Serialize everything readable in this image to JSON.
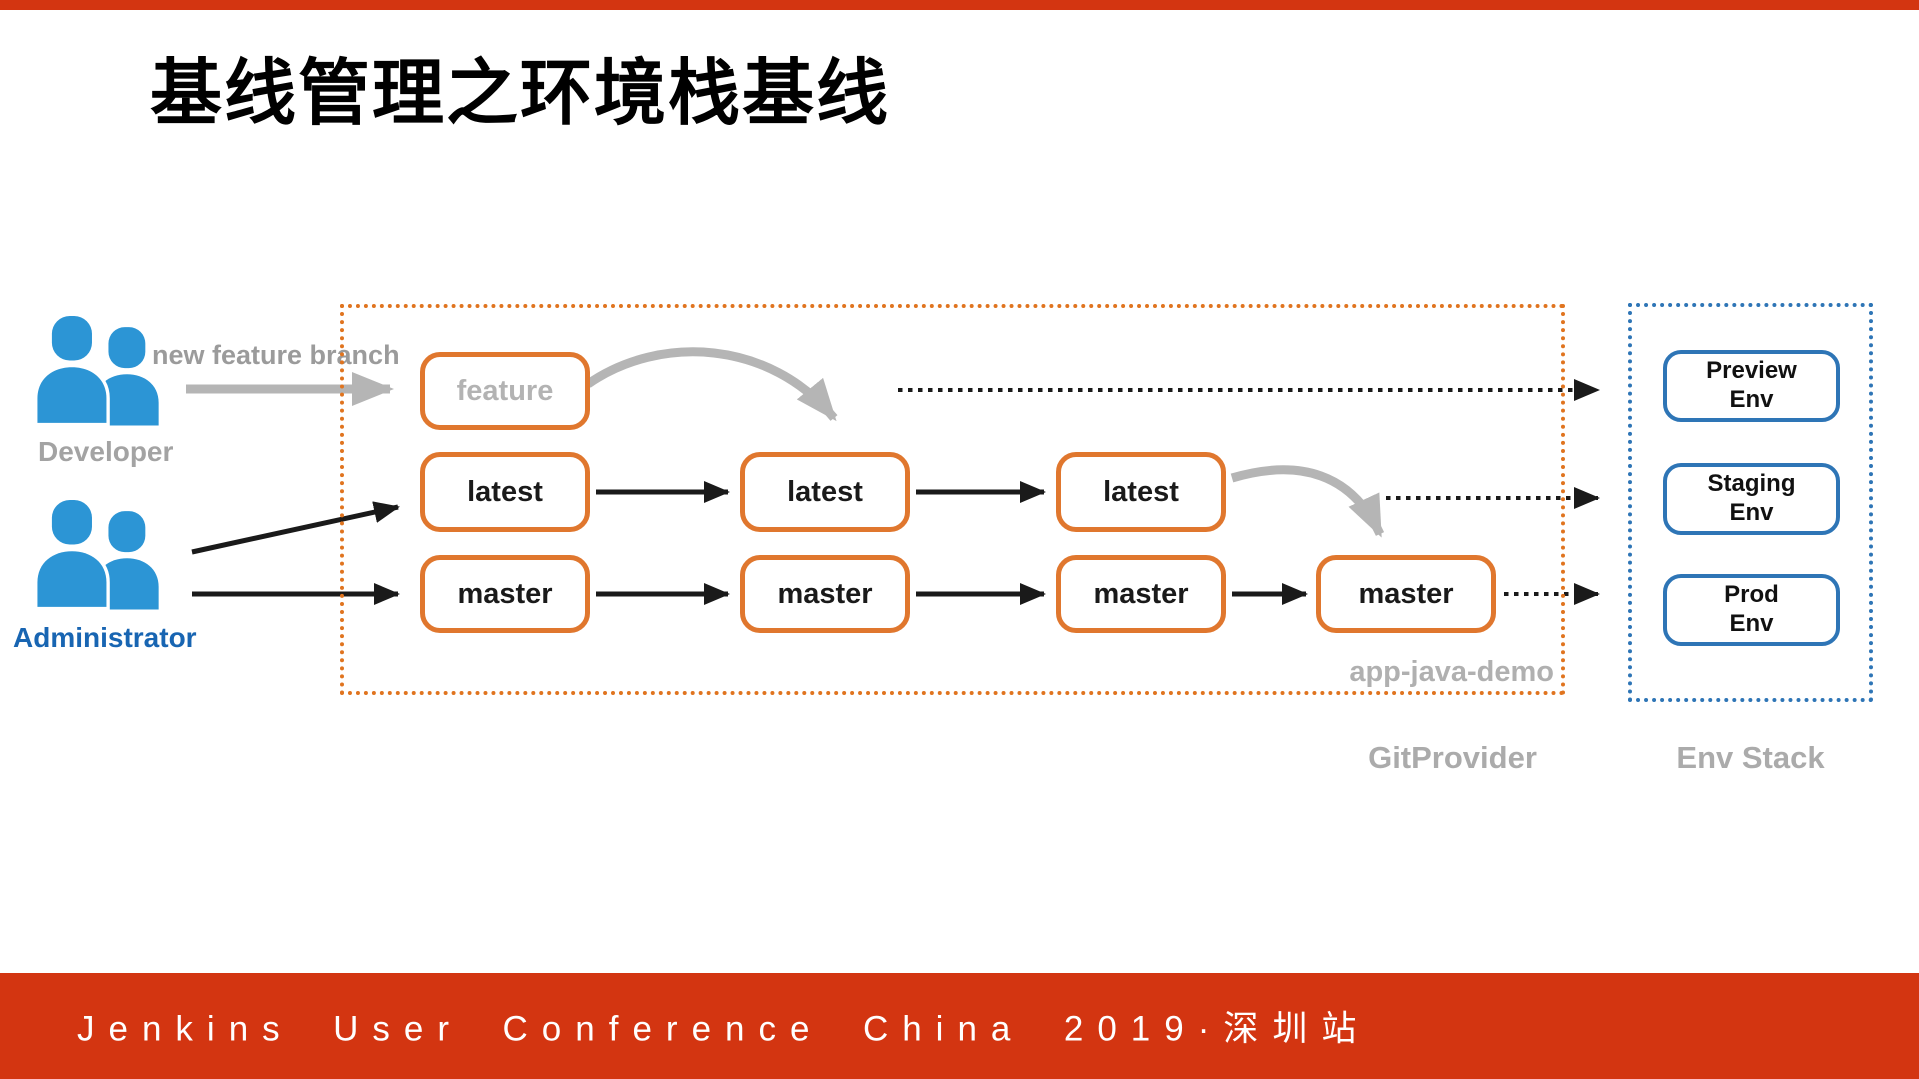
{
  "title": "基线管理之环境栈基线",
  "actors": {
    "developer": "Developer",
    "administrator": "Administrator"
  },
  "labels": {
    "new_feature_branch": "new feature branch",
    "app_java_demo": "app-java-demo",
    "git_provider": "GitProvider",
    "env_stack": "Env Stack"
  },
  "branches": {
    "feature": "feature",
    "latest": [
      "latest",
      "latest",
      "latest"
    ],
    "master": [
      "master",
      "master",
      "master",
      "master"
    ]
  },
  "environments": [
    {
      "line1": "Preview",
      "line2": "Env"
    },
    {
      "line1": "Staging",
      "line2": "Env"
    },
    {
      "line1": "Prod",
      "line2": "Env"
    }
  ],
  "footer": {
    "text": "Jenkins User Conference China 2019·深圳站"
  },
  "colors": {
    "accent_red": "#d33511",
    "orange_border": "#e0772e",
    "orange_dotted": "#e0741f",
    "env_blue": "#2e75b6",
    "people_blue": "#2c95d5",
    "administrator_blue": "#1865b2",
    "gray_label": "#a9a9a9",
    "arrow_gray": "#b5b5b5"
  }
}
